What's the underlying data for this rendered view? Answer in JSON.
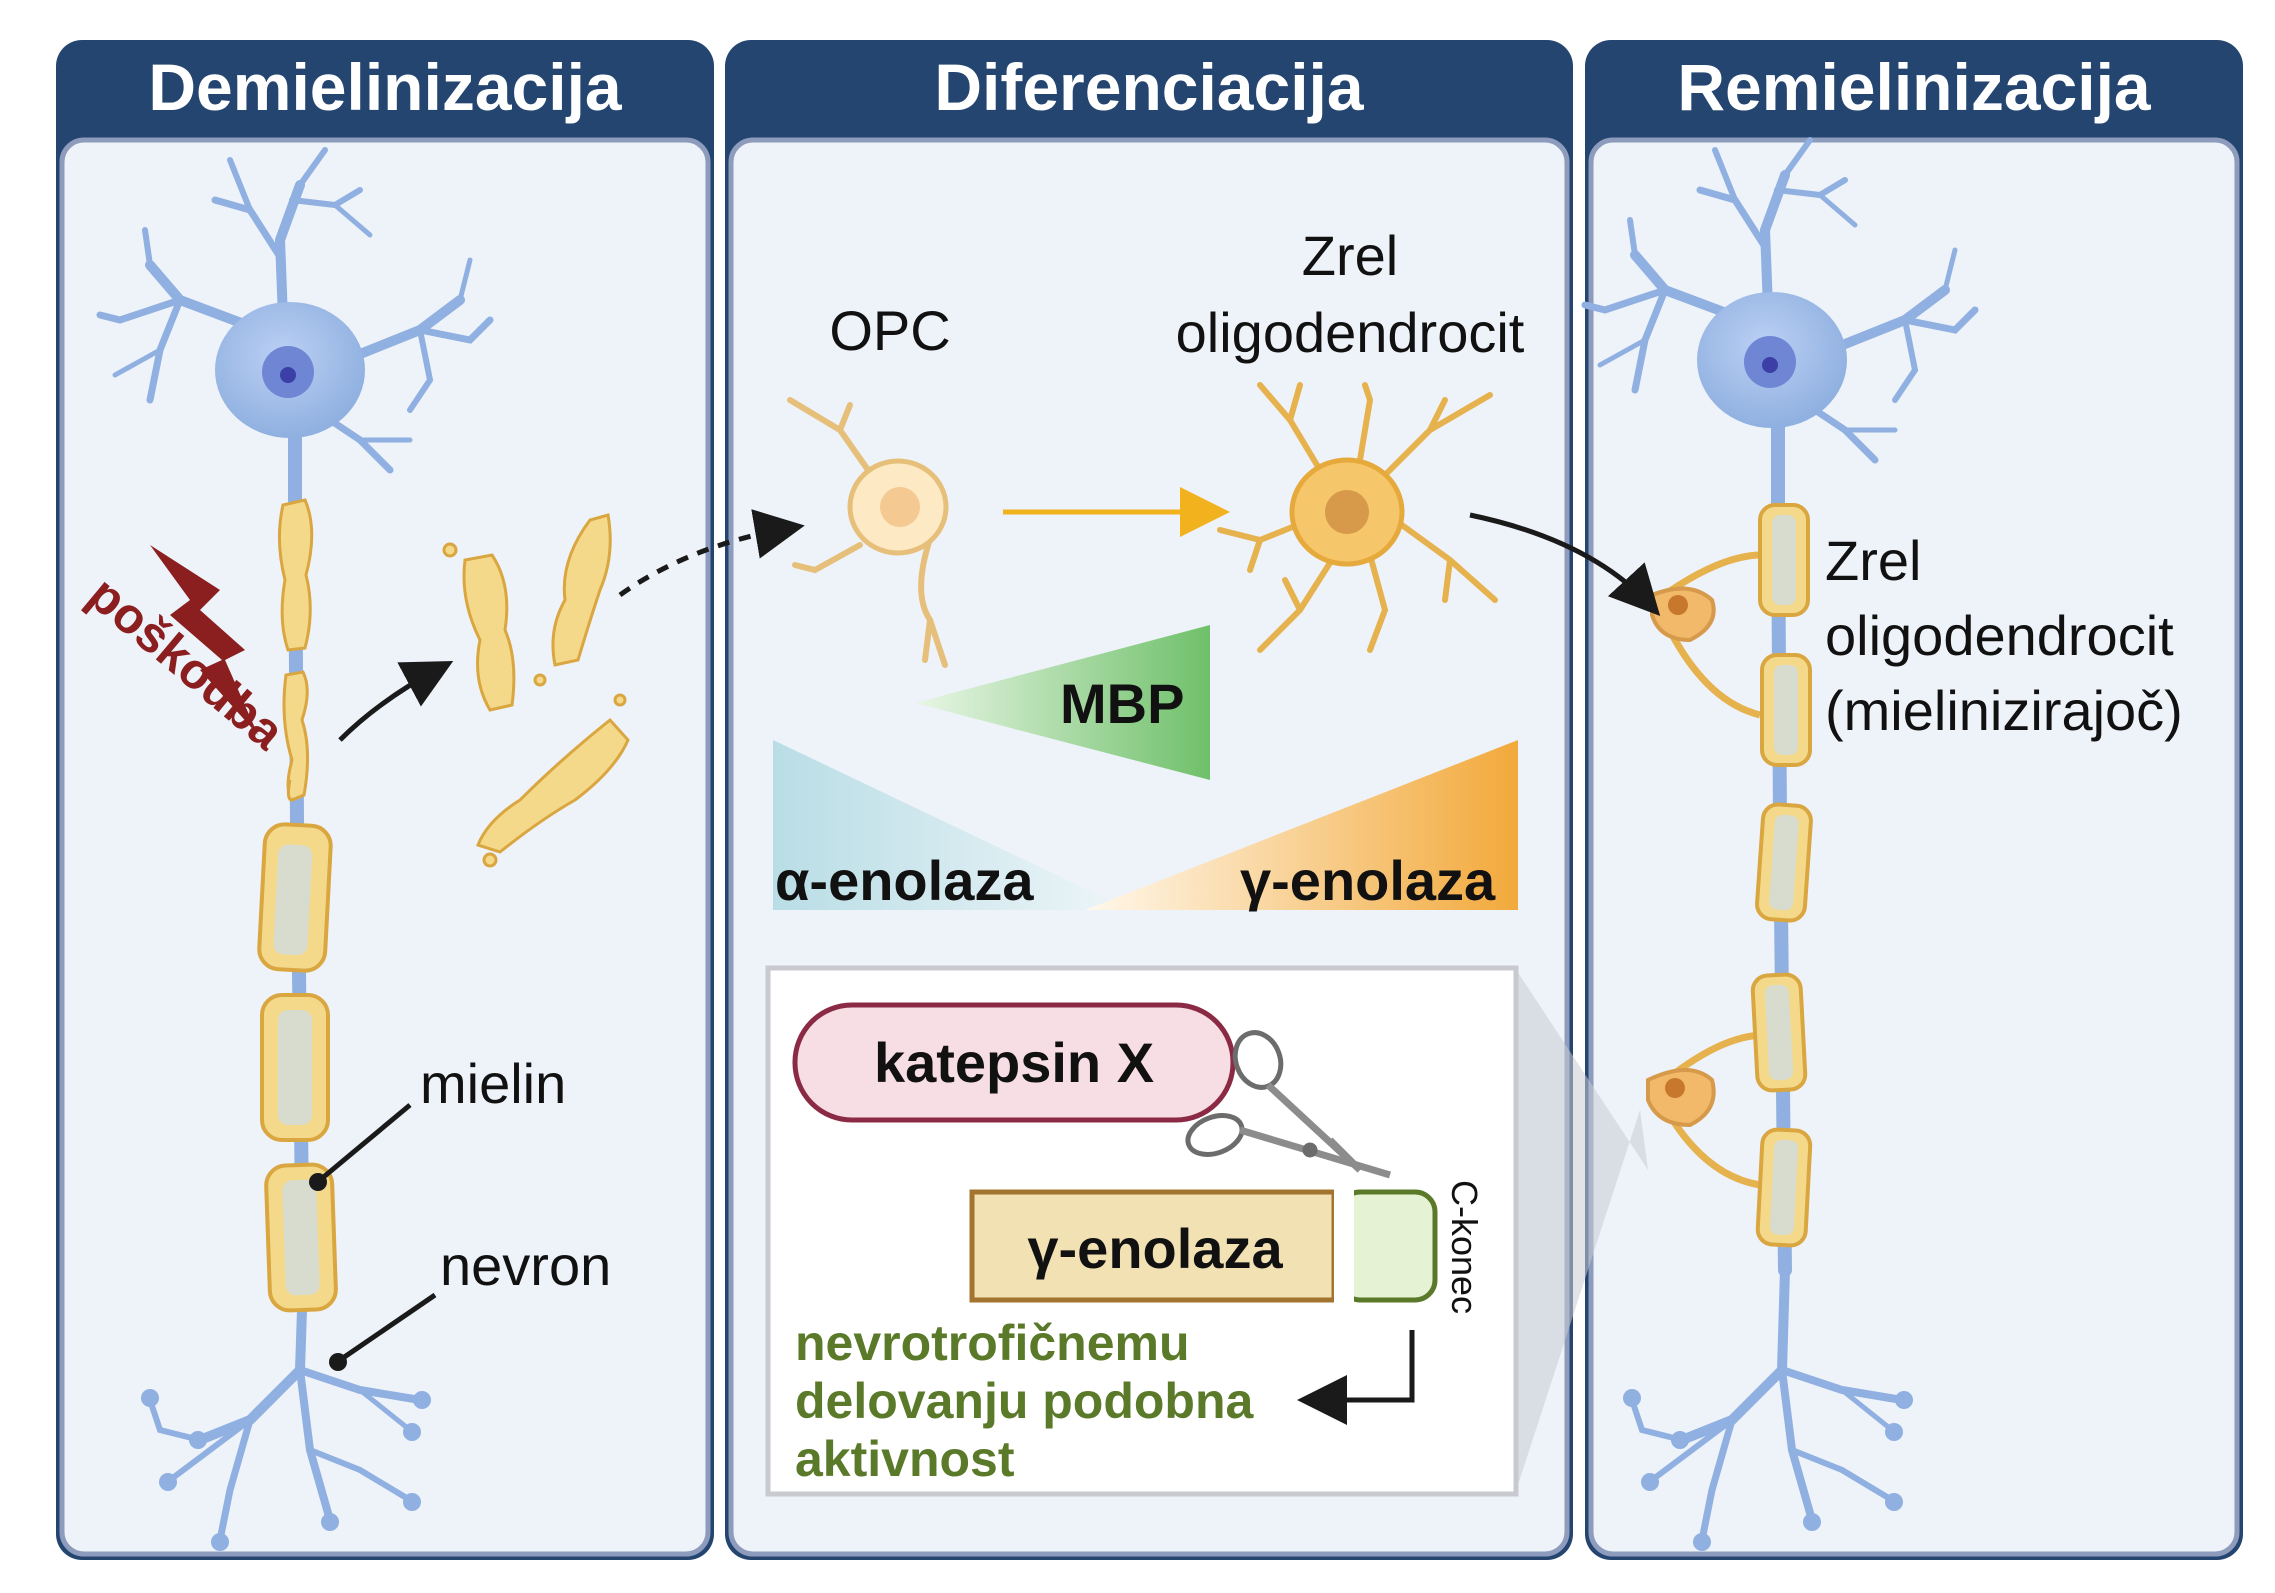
{
  "panels": {
    "left": {
      "title": "Demielinizacija"
    },
    "middle": {
      "title": "Diferenciacija"
    },
    "right": {
      "title": "Remielinizacija"
    }
  },
  "labels": {
    "damage": "poškodba",
    "myelin": "mielin",
    "neuron": "nevron",
    "opc": "OPC",
    "mature_line1": "Zrel",
    "mature_line2": "oligodendrocit",
    "right_line1": "Zrel",
    "right_line2": "oligodendrocit",
    "right_line3": "(mielinizirajoč)"
  },
  "gradients": {
    "mbp": "MBP",
    "alpha_enolase": "α-enolaza",
    "gamma_enolase": "γ-enolaza"
  },
  "inset": {
    "cathepsin": "katepsin X",
    "gamma_enolase": "γ-enolaza",
    "c_terminus": "C-konec",
    "activity_line1": "nevrotrofičnemu",
    "activity_line2": "delovanju podobna",
    "activity_line3": "aktivnost"
  },
  "colors": {
    "header": "#254571",
    "panel_bg": "#eef2f9",
    "panel_border": "#8d9cbc",
    "neuron": "#8fb0e0",
    "myelin": "#f5d98a",
    "oligo": "#f0c46a",
    "damage": "#8b1f1f",
    "mbp": "#6fc06a",
    "alpha": "#b9dde6",
    "gamma": "#f2a93b",
    "cathepsin": "#f7dde4",
    "activity_text": "#5a7a2a"
  }
}
